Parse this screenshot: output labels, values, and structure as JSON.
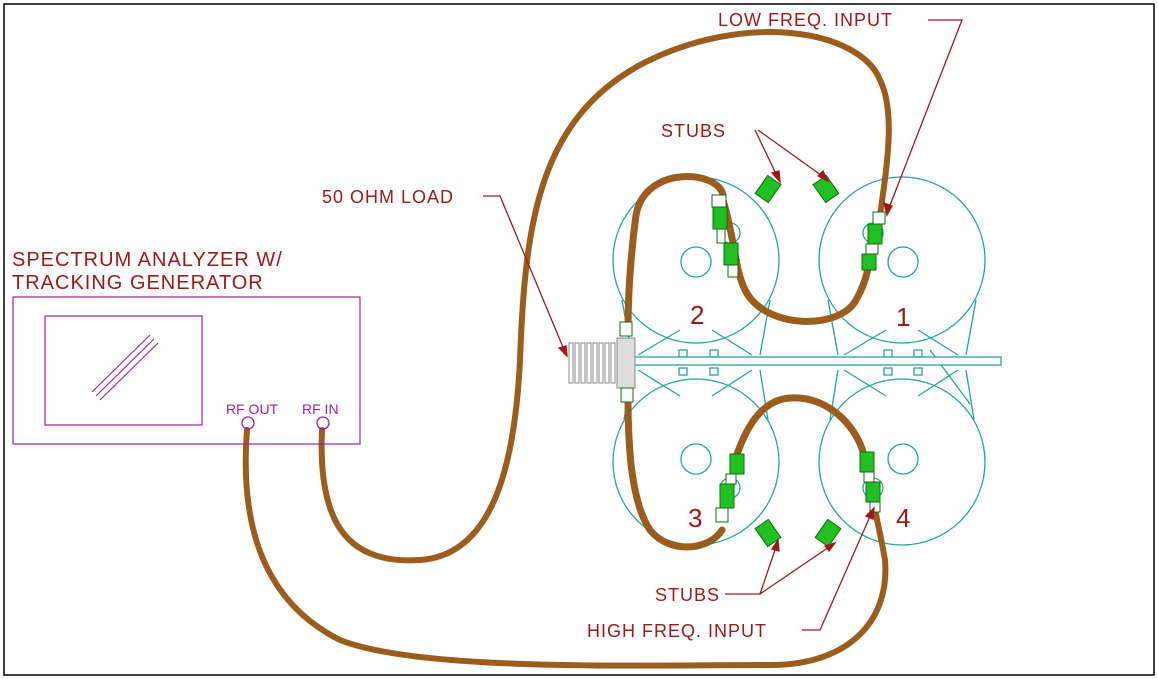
{
  "labels": {
    "low_freq_input": "LOW FREQ. INPUT",
    "stubs_top": "STUBS",
    "fifty_ohm_load": "50 OHM LOAD",
    "analyzer_line1": "SPECTRUM ANALYZER W/",
    "analyzer_line2": "TRACKING GENERATOR",
    "rf_out": "RF OUT",
    "rf_in": "RF IN",
    "stubs_bottom": "STUBS",
    "high_freq_input": "HIGH FREQ. INPUT"
  },
  "reels": [
    "1",
    "2",
    "3",
    "4"
  ],
  "colors": {
    "cable": "#9b5c1c",
    "reel": "#1fa5a5",
    "label": "#a01818",
    "instrument": "#a020a0",
    "connector": "#20c020"
  }
}
